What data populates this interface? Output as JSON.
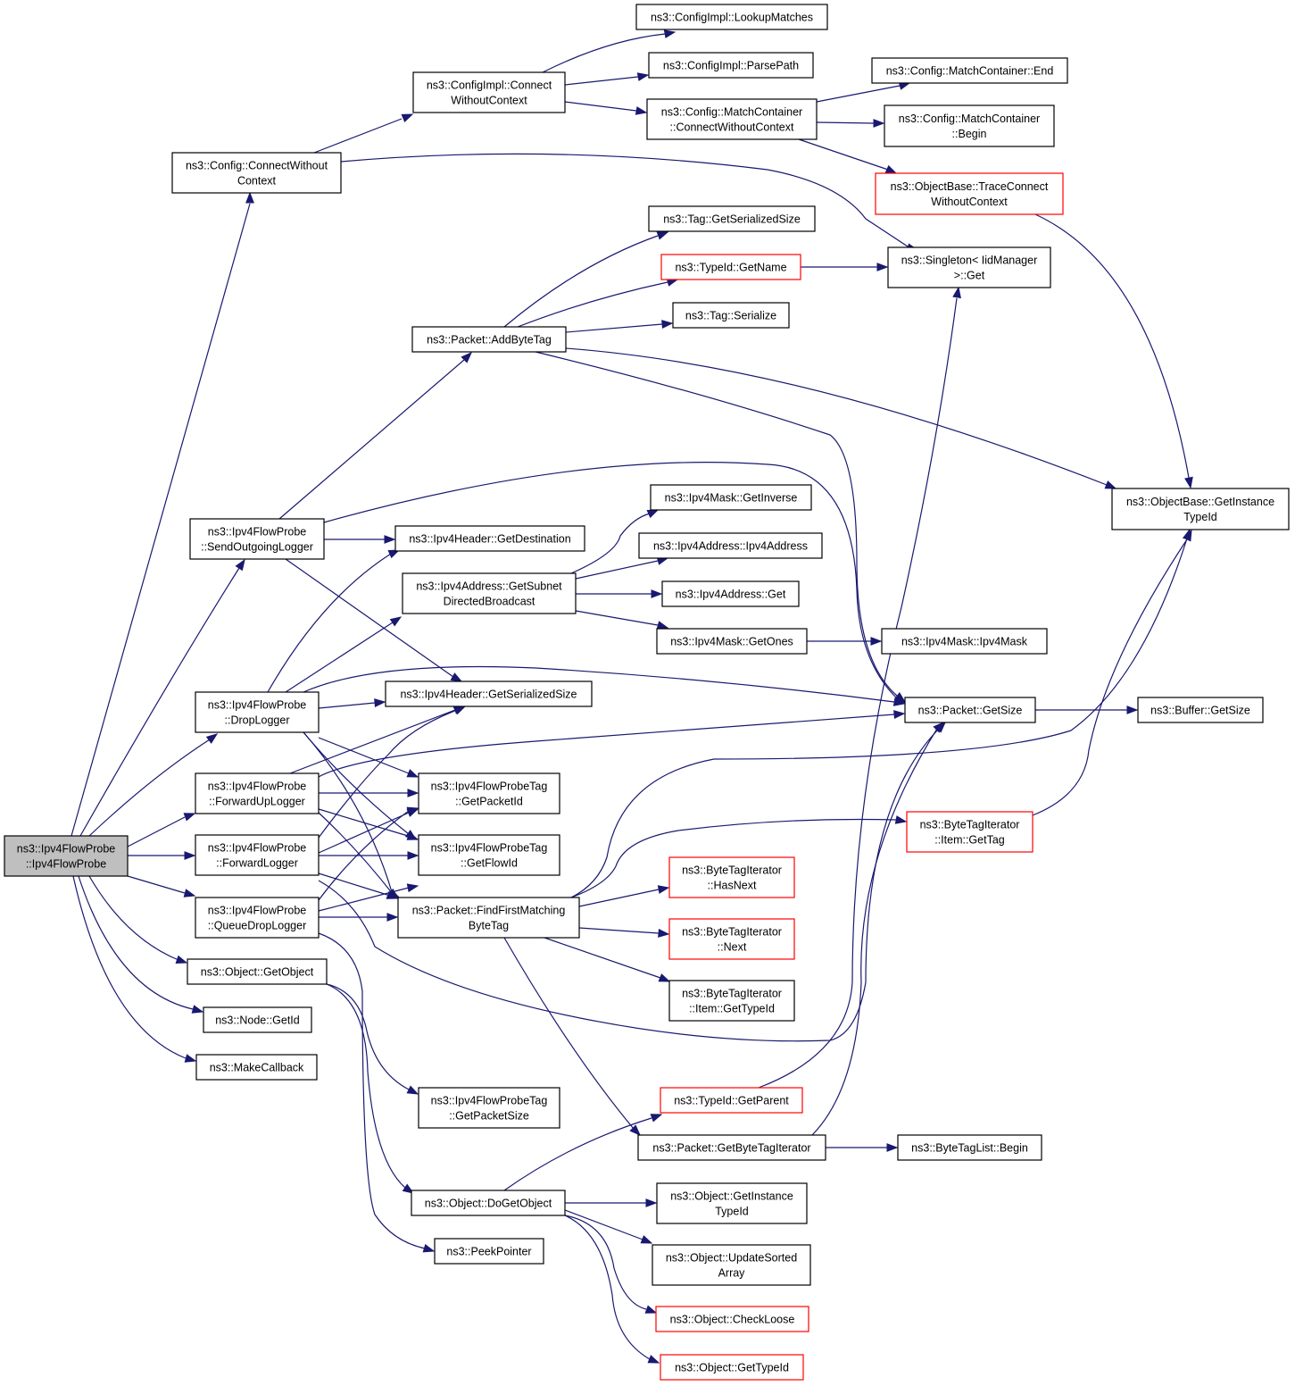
{
  "nodes": {
    "root": [
      "ns3::Ipv4FlowProbe",
      "::Ipv4FlowProbe"
    ],
    "config_connect": [
      "ns3::Config::ConnectWithout",
      "Context"
    ],
    "configimpl_connect": [
      "ns3::ConfigImpl::Connect",
      "WithoutContext"
    ],
    "configimpl_lookup": [
      "ns3::ConfigImpl::LookupMatches"
    ],
    "configimpl_parsepath": [
      "ns3::ConfigImpl::ParsePath"
    ],
    "matchcontainer_connect": [
      "ns3::Config::MatchContainer",
      "::ConnectWithoutContext"
    ],
    "matchcontainer_end": [
      "ns3::Config::MatchContainer::End"
    ],
    "matchcontainer_begin": [
      "ns3::Config::MatchContainer",
      "::Begin"
    ],
    "objectbase_traceconnect": [
      "ns3::ObjectBase::TraceConnect",
      "WithoutContext"
    ],
    "singleton_get": [
      "ns3::Singleton< IidManager",
      ">::Get"
    ],
    "tag_getserializedsize": [
      "ns3::Tag::GetSerializedSize"
    ],
    "typeid_getname": [
      "ns3::TypeId::GetName"
    ],
    "tag_serialize": [
      "ns3::Tag::Serialize"
    ],
    "packet_addbytetag": [
      "ns3::Packet::AddByteTag"
    ],
    "objectbase_getinstancetypeid": [
      "ns3::ObjectBase::GetInstance",
      "TypeId"
    ],
    "sendoutgoinglogger": [
      "ns3::Ipv4FlowProbe",
      "::SendOutgoingLogger"
    ],
    "ipv4header_getdestination": [
      "ns3::Ipv4Header::GetDestination"
    ],
    "ipv4mask_getinverse": [
      "ns3::Ipv4Mask::GetInverse"
    ],
    "ipv4address_ipv4address": [
      "ns3::Ipv4Address::Ipv4Address"
    ],
    "ipv4address_getsubnet": [
      "ns3::Ipv4Address::GetSubnet",
      "DirectedBroadcast"
    ],
    "ipv4address_get": [
      "ns3::Ipv4Address::Get"
    ],
    "ipv4mask_getones": [
      "ns3::Ipv4Mask::GetOnes"
    ],
    "ipv4mask_ipv4mask": [
      "ns3::Ipv4Mask::Ipv4Mask"
    ],
    "droplogger": [
      "ns3::Ipv4FlowProbe",
      "::DropLogger"
    ],
    "ipv4header_getserializedsize": [
      "ns3::Ipv4Header::GetSerializedSize"
    ],
    "packet_getsize": [
      "ns3::Packet::GetSize"
    ],
    "buffer_getsize": [
      "ns3::Buffer::GetSize"
    ],
    "forwarduplogger": [
      "ns3::Ipv4FlowProbe",
      "::ForwardUpLogger"
    ],
    "tag_getpacketid": [
      "ns3::Ipv4FlowProbeTag",
      "::GetPacketId"
    ],
    "bytetagiterator_item_gettag": [
      "ns3::ByteTagIterator",
      "::Item::GetTag"
    ],
    "forwardlogger": [
      "ns3::Ipv4FlowProbe",
      "::ForwardLogger"
    ],
    "tag_getflowid": [
      "ns3::Ipv4FlowProbeTag",
      "::GetFlowId"
    ],
    "bytetagiterator_hasnext": [
      "ns3::ByteTagIterator",
      "::HasNext"
    ],
    "queuedroplogger": [
      "ns3::Ipv4FlowProbe",
      "::QueueDropLogger"
    ],
    "packet_findfirstmatching": [
      "ns3::Packet::FindFirstMatching",
      "ByteTag"
    ],
    "bytetagiterator_next": [
      "ns3::ByteTagIterator",
      "::Next"
    ],
    "object_getobject": [
      "ns3::Object::GetObject"
    ],
    "bytetagiterator_item_gettypeid": [
      "ns3::ByteTagIterator",
      "::Item::GetTypeId"
    ],
    "node_getid": [
      "ns3::Node::GetId"
    ],
    "makecallback": [
      "ns3::MakeCallback"
    ],
    "tag_getpacketsize": [
      "ns3::Ipv4FlowProbeTag",
      "::GetPacketSize"
    ],
    "typeid_getparent": [
      "ns3::TypeId::GetParent"
    ],
    "packet_getbytetagiterator": [
      "ns3::Packet::GetByteTagIterator"
    ],
    "bytetaglist_begin": [
      "ns3::ByteTagList::Begin"
    ],
    "object_dogetobject": [
      "ns3::Object::DoGetObject"
    ],
    "object_getinstancetypeid": [
      "ns3::Object::GetInstance",
      "TypeId"
    ],
    "peekpointer": [
      "ns3::PeekPointer"
    ],
    "object_updatesortedarray": [
      "ns3::Object::UpdateSorted",
      "Array"
    ],
    "object_checkloose": [
      "ns3::Object::CheckLoose"
    ],
    "object_gettypeid": [
      "ns3::Object::GetTypeId"
    ]
  },
  "colors": {
    "edge": "#191970",
    "node_border": "#000000",
    "node_border_incomplete": "#ff0000",
    "root_fill": "#bfbfbf"
  }
}
